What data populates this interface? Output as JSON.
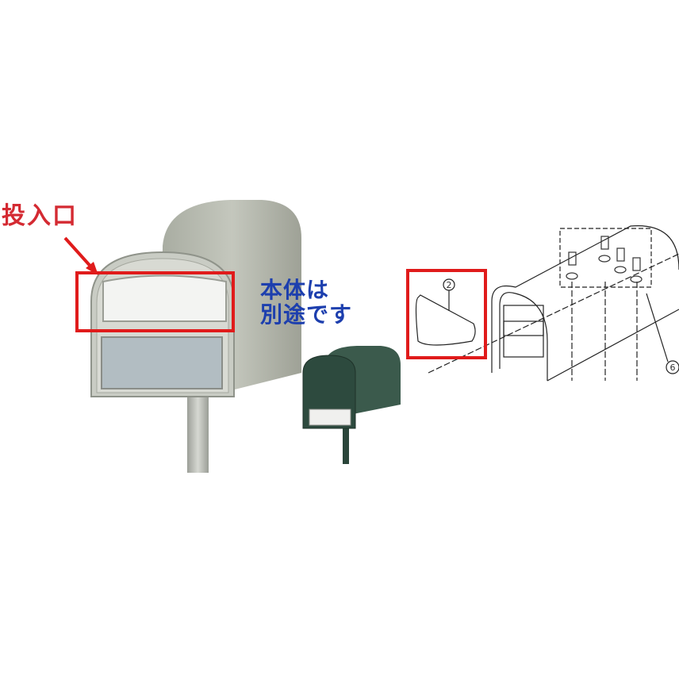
{
  "labels": {
    "slot": "投入口",
    "note_line1": "本体は",
    "note_line2": "別途です"
  },
  "diagram": {
    "part_2": "2",
    "part_6": "6"
  },
  "colors": {
    "highlight_red": "#e01b1b",
    "slot_label": "#d42a32",
    "note_blue": "#1d3fae",
    "stainless": "#b9bcb3",
    "green_model": "#2d4a3e"
  }
}
